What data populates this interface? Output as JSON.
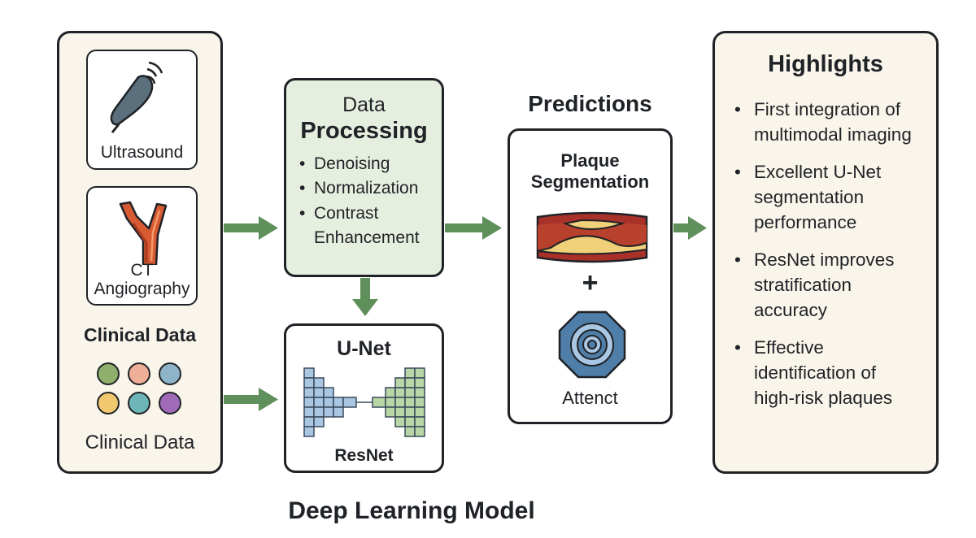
{
  "inputs": {
    "ultrasound_label": "Ultrasound",
    "ct_label_line1": "CT",
    "ct_label_line2": "Angiography",
    "clinical_title": "Clinical Data",
    "clinical_label": "Clinical Data",
    "clinical_dot_colors": [
      "#8fb06d",
      "#efae97",
      "#8db4c9",
      "#f1c86e",
      "#6db5b7",
      "#a06ab8"
    ]
  },
  "processing": {
    "title_line1": "Data",
    "title_line2": "Processing",
    "items": [
      "Denoising",
      "Normalization",
      "Contrast",
      "Enhancement"
    ]
  },
  "model": {
    "title": "U-Net",
    "subtitle": "ResNet",
    "caption": "Deep Learning Model"
  },
  "predictions": {
    "heading": "Predictions",
    "segmentation_line1": "Plaque",
    "segmentation_line2": "Segmentation",
    "plus": "+",
    "attention_label": "Attenct"
  },
  "highlights": {
    "title": "Highlights",
    "items": [
      [
        "First integration of",
        "multimodal imaging"
      ],
      [
        "Excellent U-Net",
        "segmentation",
        "performance"
      ],
      [
        "ResNet improves",
        "stratification",
        "accuracy"
      ],
      [
        "Effective",
        "identification of",
        "high-risk plaques"
      ]
    ]
  },
  "colors": {
    "arrow": "#5f8f5a",
    "panel_cream": "#faf5eb",
    "processing_fill": "#e6efdf",
    "unet_blue": "#a9c6e2",
    "unet_green": "#b9d7a6",
    "vessel_red": "#a8322a",
    "plaque_yellow": "#f1d07a",
    "attention_blue": "#4f7ea8"
  }
}
